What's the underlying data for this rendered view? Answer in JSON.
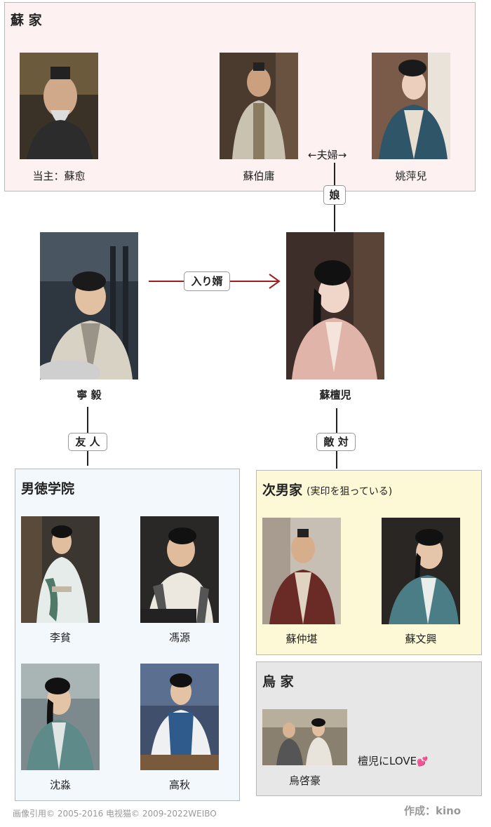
{
  "su_family": {
    "title": "蘇 家",
    "members": [
      {
        "name": "当主：蘇愈"
      },
      {
        "name": "蘇伯庸"
      },
      {
        "name": "姚萍兒"
      }
    ],
    "spouse_label": "←夫婦→"
  },
  "relations": {
    "daughter": "娘",
    "marry_in": "入り婿",
    "friend": "友 人",
    "enemy": "敵 対"
  },
  "main": {
    "ning_yi": "寧 毅",
    "su_taner": "蘇檀児"
  },
  "academy": {
    "title": "男徳学院",
    "members": [
      {
        "name": "李貧"
      },
      {
        "name": "馮源"
      },
      {
        "name": "沈淼"
      },
      {
        "name": "高秋"
      }
    ]
  },
  "second_son_family": {
    "title": "次男家",
    "note": "(実印を狙っている)",
    "members": [
      {
        "name": "蘇仲堪"
      },
      {
        "name": "蘇文興"
      }
    ]
  },
  "wu_family": {
    "title": "烏 家",
    "member": {
      "name": "烏啓豪"
    },
    "note": "檀児にLOVE"
  },
  "footer": {
    "credit": "画像引用© 2005-2016 电视猫© 2009-2022WEIBO",
    "author": "作成：kino"
  }
}
